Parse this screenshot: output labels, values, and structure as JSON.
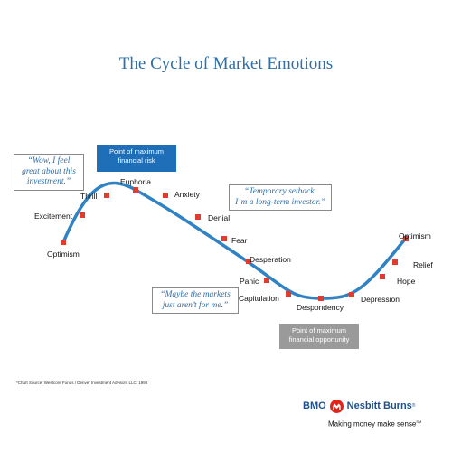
{
  "title": "The Cycle of Market Emotions",
  "cycle": {
    "stages": [
      "Optimism",
      "Excitement",
      "Thrill",
      "Euphoria",
      "Anxiety",
      "Denial",
      "Fear",
      "Desperation",
      "Panic",
      "Capitulation",
      "Despondency",
      "Depression",
      "Hope",
      "Relief",
      "Optimism"
    ]
  },
  "callouts": {
    "max_risk": [
      "Point of maximum",
      "financial risk"
    ],
    "max_opportunity": [
      "Point of maximum",
      "financial opportunity"
    ]
  },
  "quotes": {
    "wow": [
      "“Wow, I feel",
      "great about this",
      "investment.”"
    ],
    "setback": [
      "“Temporary setback.",
      "I’m a long-term investor.”"
    ],
    "maybe": [
      "“Maybe the markets",
      "just aren’t for me.”"
    ]
  },
  "source": "*Chart Source: Westcore Funds / Denver Investment Advisors LLC, 1998",
  "brand": {
    "bmo": "BMO",
    "nesbitt": "Nesbitt Burns",
    "mark": "®",
    "tagline": "Making money make sense",
    "tagline_mark": "SM"
  },
  "colors": {
    "curve": "#2f82c4",
    "marker": "#e23a2c",
    "title": "#2f6ea8",
    "risk_box": "#1f6fb8",
    "opportunity_box": "#9a9a9a",
    "brand_blue": "#1f4f8c",
    "brand_red": "#e2231a"
  },
  "icons": {
    "logo": "bmo-roundel-icon"
  }
}
